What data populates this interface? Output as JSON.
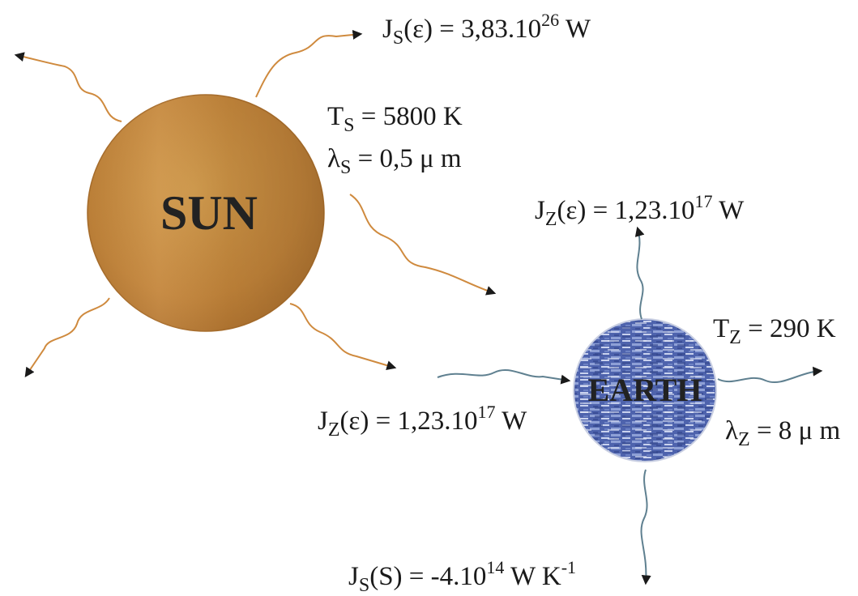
{
  "sun": {
    "name": "SUN",
    "color": "#c88a38",
    "flux_energy": {
      "symbol": "J",
      "sub": "S",
      "arg": "(ε)",
      "mantissa": "= 3,83.10",
      "exp": "26",
      "unit": " W"
    },
    "temperature": {
      "symbol": "T",
      "sub": "S",
      "value": " = 5800 K"
    },
    "wavelength": {
      "symbol": "λ",
      "sub": "S",
      "value": " = 0,5 μ m"
    }
  },
  "earth": {
    "name": "EARTH",
    "color": "#5d74b8",
    "flux_out": {
      "symbol": "J",
      "sub": "Z",
      "arg": "(ε)",
      "mantissa": " = 1,23.10",
      "exp": "17",
      "unit": " W"
    },
    "flux_in": {
      "symbol": "J",
      "sub": "Z",
      "arg": "(ε)",
      "mantissa": " = 1,23.10",
      "exp": "17",
      "unit": " W"
    },
    "temperature": {
      "symbol": "T",
      "sub": "Z",
      "value": " = 290 K"
    },
    "wavelength": {
      "symbol": "λ",
      "sub": "Z",
      "value": " = 8 μ m"
    },
    "entropy_flux": {
      "symbol": "J",
      "sub": "S",
      "arg": "(S)",
      "mantissa": " = -4.10",
      "exp": "14",
      "unit": " W K",
      "unit_exp": "-1"
    }
  },
  "colors": {
    "sun_rays": "#cf8a3e",
    "earth_rays": "#5f8090",
    "arrowhead": "#1a1a1a"
  }
}
